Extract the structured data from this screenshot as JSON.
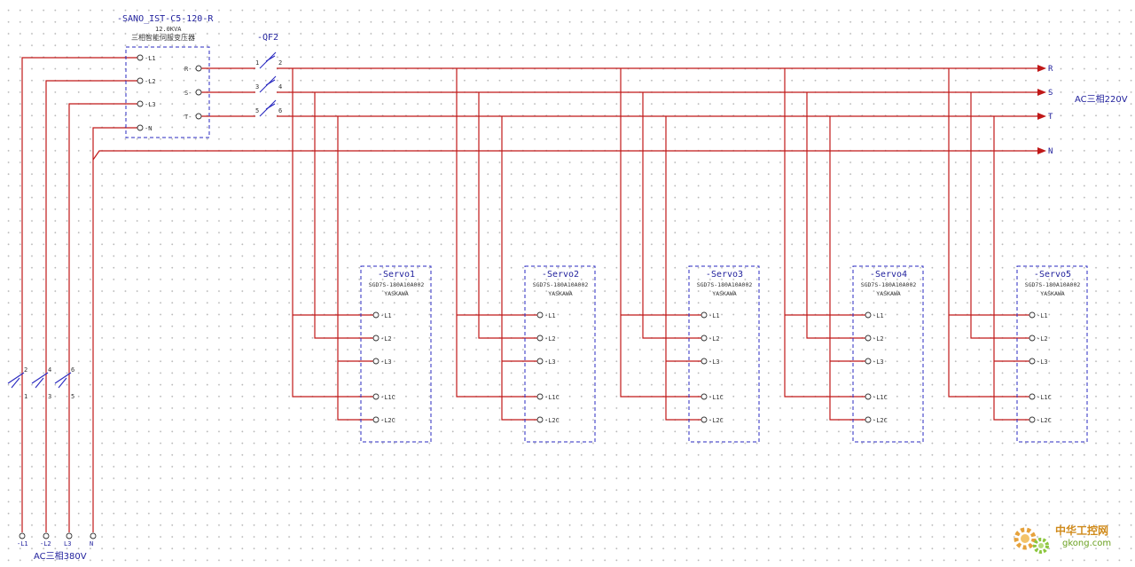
{
  "transformer": {
    "tag": "-SANO_IST-C5-120-R",
    "rating": "12.0KVA",
    "description": "三相智能伺服变压器",
    "in_pins": [
      "L1",
      "L2",
      "L3",
      "N"
    ],
    "out_pins": [
      "R",
      "S",
      "T"
    ]
  },
  "breaker_qf2": {
    "tag": "-QF2",
    "pins_in": [
      "1",
      "3",
      "5"
    ],
    "pins_out": [
      "2",
      "4",
      "6"
    ]
  },
  "breaker_input": {
    "pins_top": [
      "2",
      "4",
      "6"
    ],
    "pins_bottom": [
      "1",
      "3",
      "5"
    ]
  },
  "bus_labels": [
    "R",
    "S",
    "T",
    "N"
  ],
  "bus_voltage": "AC三相220V",
  "input_terminals": [
    "-L1",
    "-L2",
    "L3",
    "N"
  ],
  "input_voltage": "AC三相380V",
  "servos": [
    {
      "tag": "-Servo1",
      "model": "SGD7S-180A10A002",
      "maker": "YASKAWA"
    },
    {
      "tag": "-Servo2",
      "model": "SGD7S-180A10A002",
      "maker": "YASKAWA"
    },
    {
      "tag": "-Servo3",
      "model": "SGD7S-180A10A002",
      "maker": "YASKAWA"
    },
    {
      "tag": "-Servo4",
      "model": "SGD7S-180A10A002",
      "maker": "YASKAWA"
    },
    {
      "tag": "-Servo5",
      "model": "SGD7S-180A10A002",
      "maker": "YASKAWA"
    }
  ],
  "servo_pins": [
    "L1",
    "L2",
    "L3",
    "L1C",
    "L2C"
  ],
  "watermark": {
    "name": "中华工控网",
    "site": "gkong.com"
  },
  "colors": {
    "wire": "#c01818",
    "box": "#2a2ac0",
    "text": "#333333",
    "accent": "#1f1f9c"
  }
}
